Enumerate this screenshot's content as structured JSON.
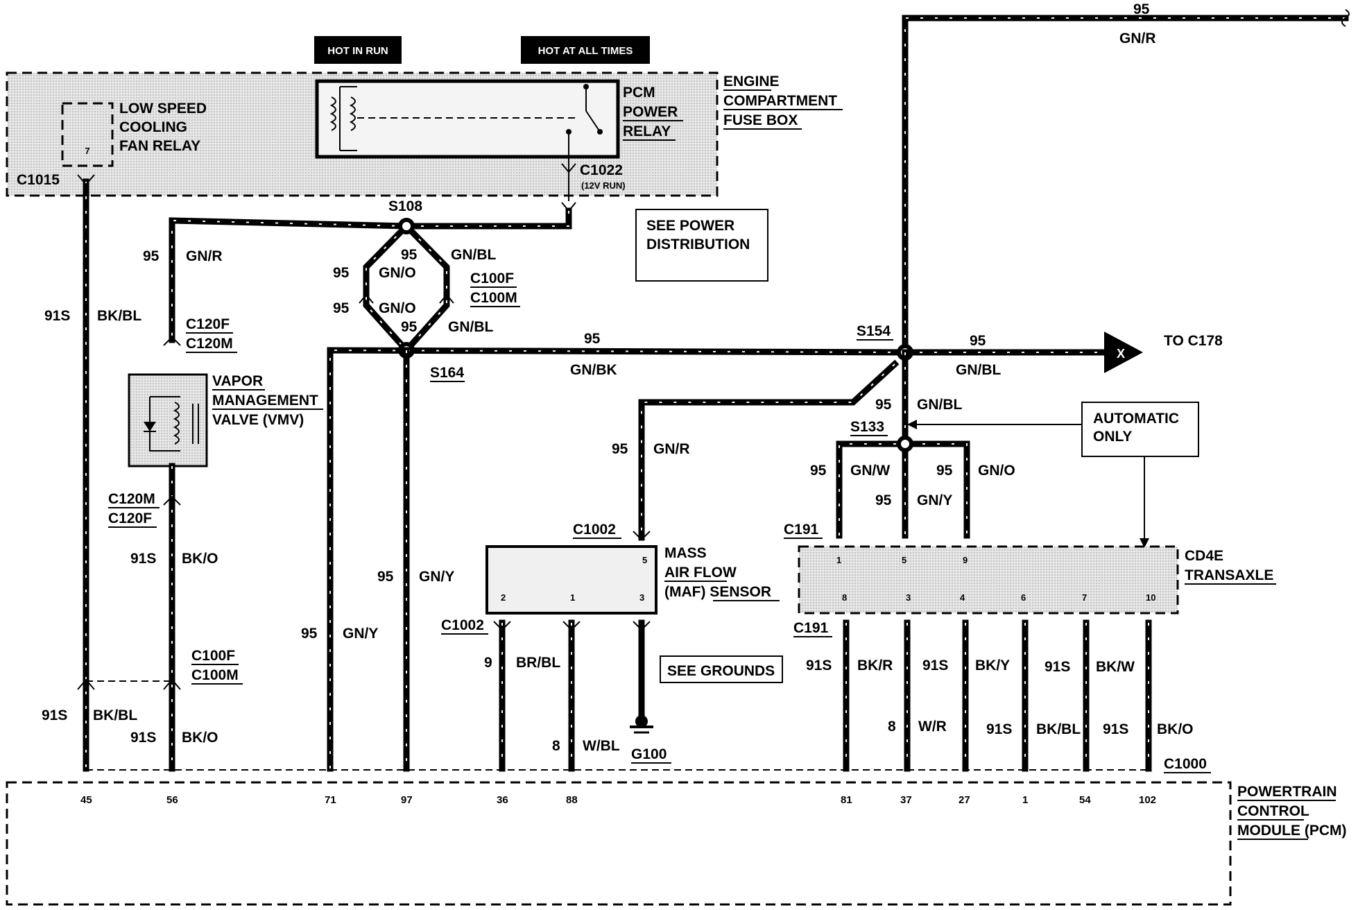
{
  "headers": {
    "hot_in_run": "HOT IN RUN",
    "hot_at_all_times": "HOT AT ALL TIMES"
  },
  "components": {
    "fuse_box": [
      "ENGINE",
      "COMPARTMENT",
      "FUSE BOX"
    ],
    "low_speed_relay": [
      "LOW SPEED",
      "COOLING",
      "FAN RELAY"
    ],
    "low_speed_relay_pin": "7",
    "pcm_power_relay": [
      "PCM",
      "POWER",
      "RELAY"
    ],
    "vmv": [
      "VAPOR",
      "MANAGEMENT",
      "VALVE (VMV)"
    ],
    "maf": [
      "MASS",
      "AIR FLOW",
      "(MAF) SENSOR"
    ],
    "transaxle": [
      "CD4E",
      "TRANSAXLE"
    ],
    "pcm": [
      "POWERTRAIN",
      "CONTROL",
      "MODULE (PCM)"
    ],
    "see_power": [
      "SEE POWER",
      "DISTRIBUTION"
    ],
    "see_grounds": "SEE GROUNDS",
    "automatic_only": [
      "AUTOMATIC",
      "ONLY"
    ],
    "to_c178": "TO C178",
    "x_mark": "X"
  },
  "connectors": {
    "c1015": "C1015",
    "c1022": "C1022",
    "c1022_note": "(12V RUN)",
    "s108": "S108",
    "s164": "S164",
    "s154": "S154",
    "s133": "S133",
    "c100f": "C100F",
    "c100m": "C100M",
    "c120f": "C120F",
    "c120m": "C120M",
    "c1002": "C1002",
    "c191": "C191",
    "c1000": "C1000",
    "g100": "G100"
  },
  "wires": {
    "top_circuit": "95",
    "top_color": "GN/R",
    "w95": "95",
    "w91s": "91S",
    "w9": "9",
    "w8": "8",
    "gn_r": "GN/R",
    "bk_bl": "BK/BL",
    "gn_o": "GN/O",
    "gn_bl": "GN/BL",
    "gn_bk": "GN/BK",
    "gn_y": "GN/Y",
    "bk_o": "BK/O",
    "br_bl": "BR/BL",
    "w_bl": "W/BL",
    "gn_w": "GN/W",
    "bk_r": "BK/R",
    "bk_y": "BK/Y",
    "bk_w": "BK/W",
    "w_r": "W/R"
  },
  "maf_pins": {
    "p5": "5",
    "p2": "2",
    "p1": "1",
    "p3": "3"
  },
  "transaxle_pins": {
    "top": [
      "1",
      "5",
      "9"
    ],
    "bottom": [
      "8",
      "3",
      "4",
      "6",
      "7",
      "10"
    ]
  },
  "pcm_pins": [
    "45",
    "56",
    "71",
    "97",
    "36",
    "88",
    "81",
    "37",
    "27",
    "1",
    "54",
    "102"
  ]
}
